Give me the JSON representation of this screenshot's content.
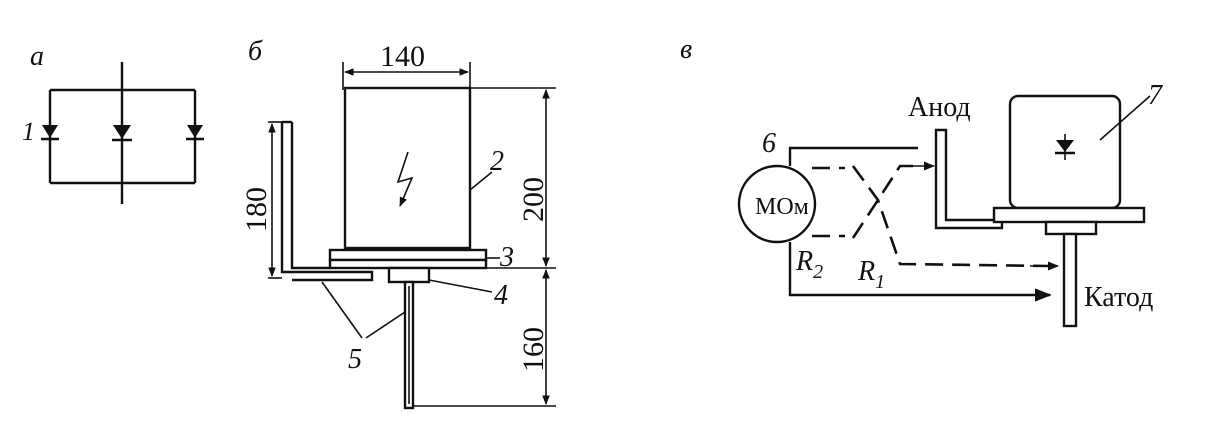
{
  "panels": {
    "a": {
      "letter": "а",
      "callout_1": "1"
    },
    "b": {
      "letter": "б",
      "dim_width": "140",
      "dim_height_body": "200",
      "dim_height_bracket": "180",
      "dim_height_stud": "160",
      "callout_2": "2",
      "callout_3": "3",
      "callout_4": "4",
      "callout_5": "5"
    },
    "c": {
      "letter": "в",
      "meter_label": "МОм",
      "callout_6": "6",
      "callout_7": "7",
      "anode_label": "Анод",
      "cathode_label": "Катод",
      "r2_letter": "R",
      "r2_sub": "2",
      "r1_letter": "R",
      "r1_sub": "1"
    }
  }
}
